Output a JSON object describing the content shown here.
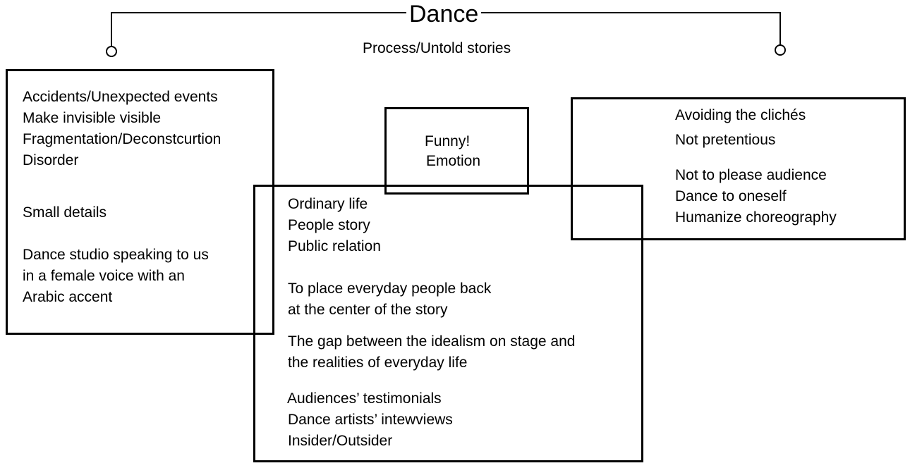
{
  "title": "Dance",
  "subtitle": "Process/Untold stories",
  "left_box": {
    "group1": [
      "Accidents/Unexpected events",
      "Make invisible visible",
      "Fragmentation/Deconstcurtion",
      "Disorder"
    ],
    "group2": [
      "Small details"
    ],
    "group3": [
      "Dance studio speaking to us",
      "in a female voice with an",
      "Arabic accent"
    ]
  },
  "center_top_box": {
    "line1": "Funny!",
    "line2": "Emotion"
  },
  "right_box": {
    "line1": "Avoiding the clichés",
    "line2": "Not pretentious",
    "group2": [
      "Not to please audience",
      "Dance to oneself",
      "Humanize choreography"
    ]
  },
  "center_box": {
    "group1": [
      "Ordinary life",
      "People story",
      "Public relation"
    ],
    "group2": [
      "To place everyday people back",
      "at the center of the story"
    ],
    "group3": [
      "The gap between the idealism on stage and",
      "the realities of everyday life"
    ],
    "group4": [
      "Audiences’ testimonials",
      "Dance artists’ intewviews",
      "Insider/Outsider"
    ]
  }
}
